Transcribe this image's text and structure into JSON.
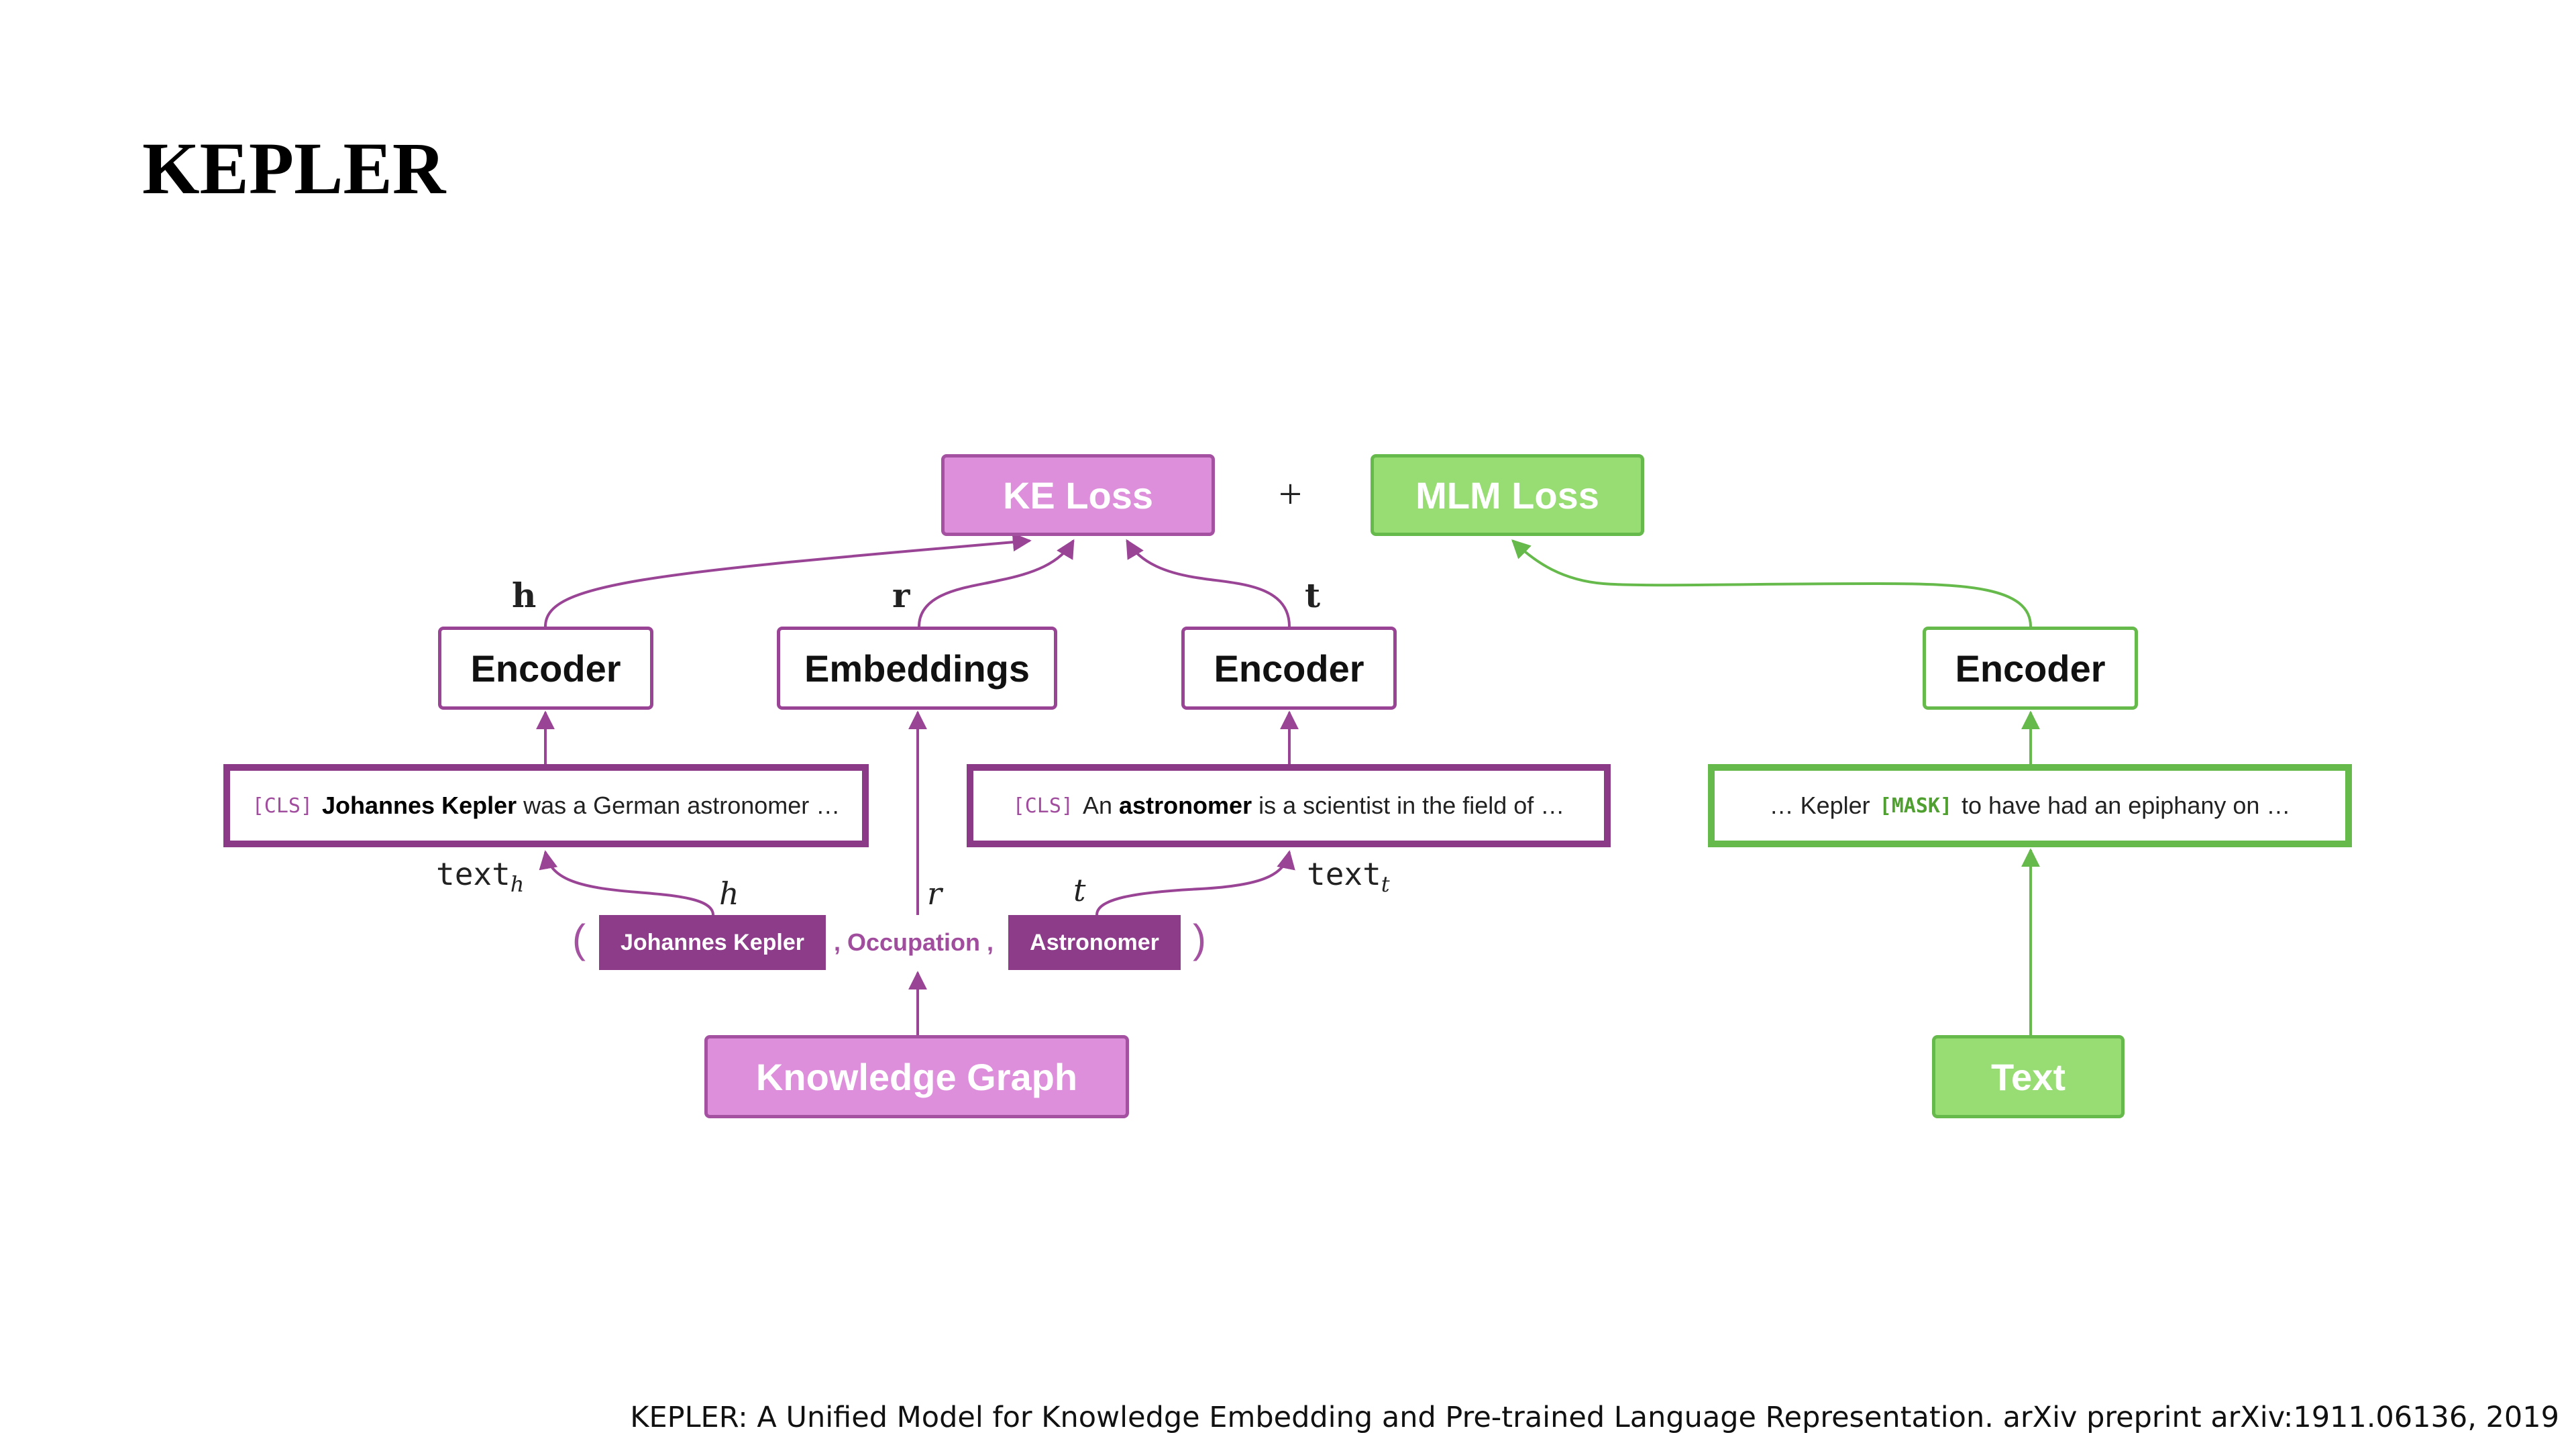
{
  "slide": {
    "title": "KEPLER",
    "citation": "KEPLER: A Unified Model for Knowledge Embedding and Pre-trained Language Representation. arXiv preprint arXiv:1911.06136, 2019"
  },
  "losses": {
    "ke": "KE Loss",
    "plus": "+",
    "mlm": "MLM Loss"
  },
  "vectors": {
    "h": "h",
    "r": "r",
    "t": "t"
  },
  "modules": {
    "encoder_h": "Encoder",
    "embeddings": "Embeddings",
    "encoder_t": "Encoder",
    "encoder_text": "Encoder"
  },
  "sentences": {
    "head": {
      "cls": "[CLS]",
      "entity": "Johannes Kepler",
      "rest": "was a German astronomer …"
    },
    "tail": {
      "cls": "[CLS]",
      "pre": "An",
      "entity": "astronomer",
      "rest": "is a scientist in the field of  …"
    },
    "mlm": {
      "pre": "… Kepler",
      "mask": "[MASK]",
      "rest": "to have had an epiphany on …"
    }
  },
  "triple": {
    "open": "(",
    "head": "Johannes Kepler",
    "relation": ", Occupation ,",
    "tail": "Astronomer",
    "close": ")",
    "h_label": "h",
    "r_label": "r",
    "t_label": "t",
    "text_h": "text",
    "text_h_sub": "h",
    "text_t": "text",
    "text_t_sub": "t"
  },
  "sources": {
    "knowledge_graph": "Knowledge Graph",
    "text": "Text"
  },
  "colors": {
    "purple": "#8d3c8a",
    "light_purple": "#de8fdc",
    "green": "#66b94b",
    "light_green": "#97dd74"
  }
}
